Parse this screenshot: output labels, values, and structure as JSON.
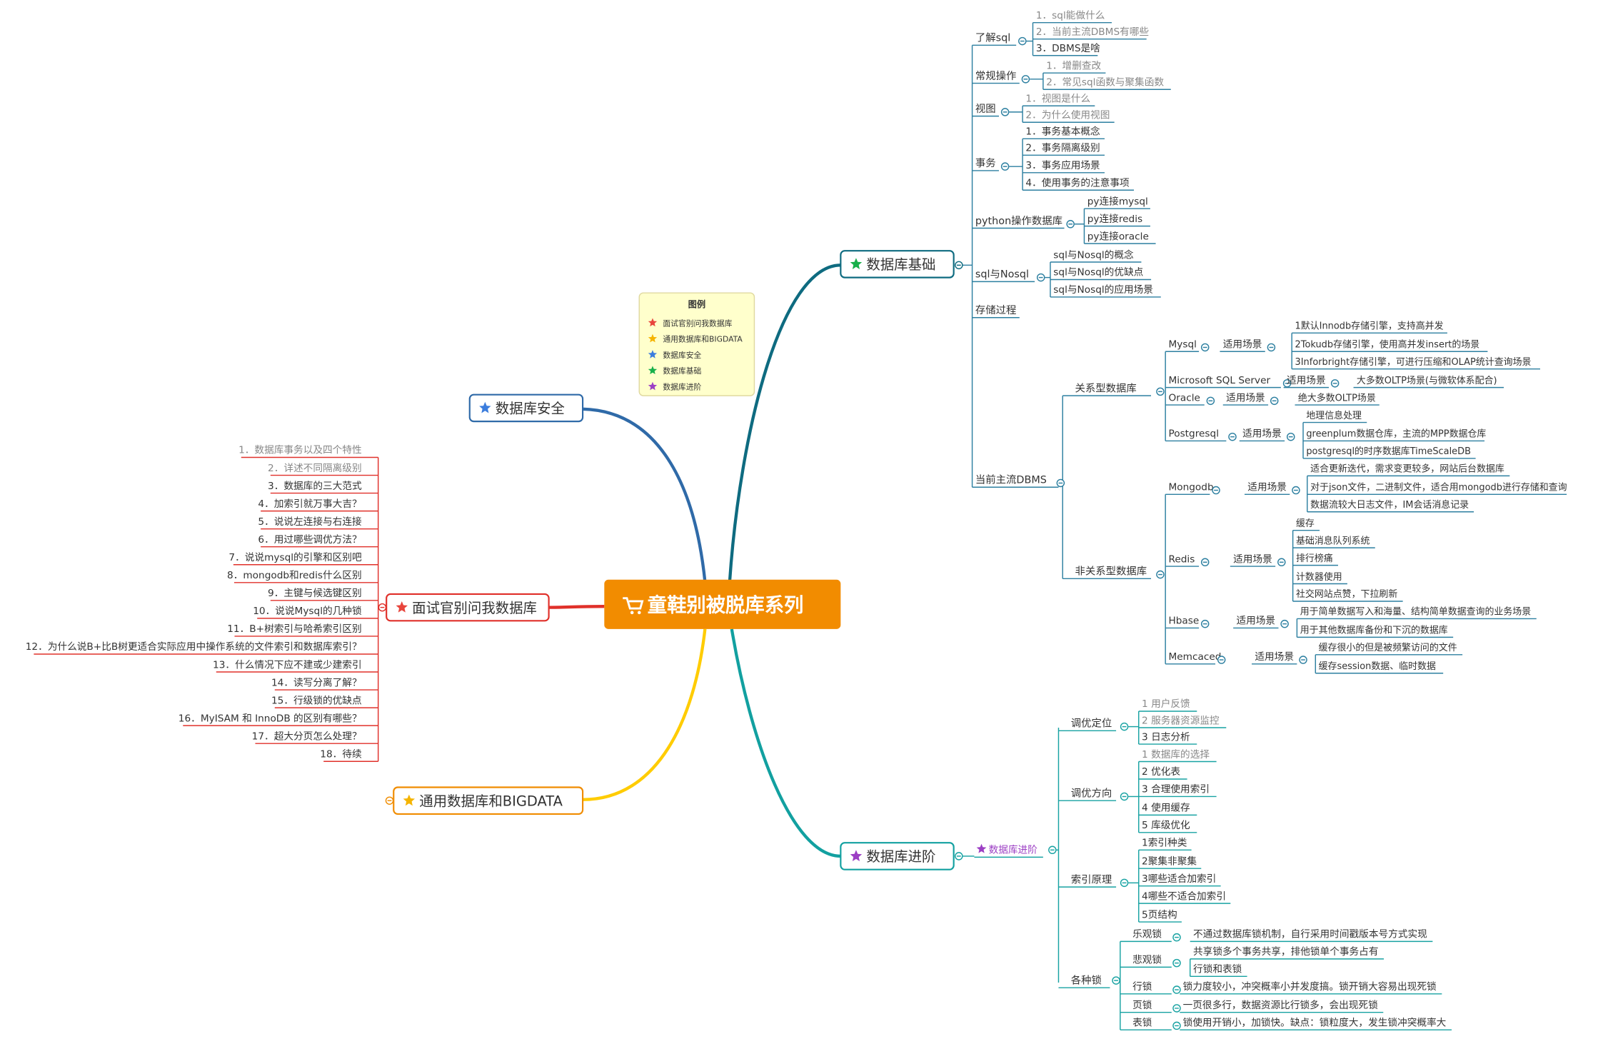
{
  "root": {
    "title": "童鞋别被脱库系列",
    "icon": "cart-icon"
  },
  "legend": {
    "title": "图例",
    "items": [
      {
        "label": "面试官别问我数据库",
        "color": "#e8453c"
      },
      {
        "label": "通用数据库和BIGDATA",
        "color": "#f5b400"
      },
      {
        "label": "数据库安全",
        "color": "#3b7ddd"
      },
      {
        "label": "数据库基础",
        "color": "#18b04a"
      },
      {
        "label": "数据库进阶",
        "color": "#9c3fc4"
      }
    ]
  },
  "branches": {
    "security": {
      "label": "数据库安全",
      "color": "#2f6aa8",
      "star": "#3b7ddd"
    },
    "interview": {
      "label": "面试官别问我数据库",
      "color": "#e0302a",
      "star": "#e8453c",
      "items": [
        "1．数据库事务以及四个特性",
        "2．详述不同隔离级别",
        "3．数据库的三大范式",
        "4．加索引就万事大吉？",
        "5．说说左连接与右连接",
        "6．用过哪些调优方法？",
        "7．说说mysql的引擎和区别吧",
        "8．mongodb和redis什么区别",
        "9．主键与候选键区别",
        "10．说说Mysql的几种锁",
        "11．B+树索引与哈希索引区别",
        "12．为什么说B+比B树更适合实际应用中操作系统的文件索引和数据库索引？",
        "13．什么情况下应不建或少建索引",
        "14．读写分离了解？",
        "15．行级锁的优缺点",
        "16．MyISAM 和 InnoDB 的区别有哪些？",
        "17．超大分页怎么处理？",
        "18．待续"
      ]
    },
    "bigdata": {
      "label": "通用数据库和BIGDATA",
      "color": "#f08c00",
      "star": "#f5b400"
    },
    "basics": {
      "label": "数据库基础",
      "color": "#0e6b80",
      "star": "#18b04a",
      "topics": [
        {
          "label": "了解sql",
          "items": [
            "1．sql能做什么",
            "2．当前主流DBMS有哪些",
            "3．DBMS是啥"
          ]
        },
        {
          "label": "常规操作",
          "items": [
            "1．增删查改",
            "2．常见sql函数与聚集函数"
          ]
        },
        {
          "label": "视图",
          "items": [
            "1．视图是什么",
            "2．为什么使用视图"
          ]
        },
        {
          "label": "事务",
          "items": [
            "1．事务基本概念",
            "2．事务隔离级别",
            "3．事务应用场景",
            "4．使用事务的注意事项"
          ]
        },
        {
          "label": "python操作数据库",
          "items": [
            "py连接mysql",
            "py连接redis",
            "py连接oracle"
          ]
        },
        {
          "label": "sql与Nosql",
          "items": [
            "sql与Nosql的概念",
            "sql与Nosql的优缺点",
            "sql与Nosql的应用场景"
          ]
        },
        {
          "label": "存储过程",
          "items": []
        }
      ],
      "dbms": {
        "label": "当前主流DBMS",
        "relational": {
          "label": "关系型数据库",
          "dbs": [
            {
              "name": "Mysql",
              "scene": "适用场景",
              "items": [
                "1默认Innodb存储引擎，支持高并发",
                "2Tokudb存储引擎，使用高并发insert的场景",
                "3Inforbright存储引擎，可进行压缩和OLAP统计查询场景"
              ]
            },
            {
              "name": "Microsoft SQL Server",
              "scene": "适用场景",
              "items": [
                "大多数OLTP场景(与微软体系配合)"
              ]
            },
            {
              "name": "Oracle",
              "scene": "适用场景",
              "items": [
                "绝大多数OLTP场景"
              ]
            },
            {
              "name": "Postgresql",
              "scene": "适用场景",
              "items": [
                "地理信息处理",
                "greenplum数据仓库，主流的MPP数据仓库",
                "postgresql的时序数据库TimeScaleDB"
              ]
            }
          ]
        },
        "nonrelational": {
          "label": "非关系型数据库",
          "dbs": [
            {
              "name": "Mongodb",
              "scene": "适用场景",
              "items": [
                "适合更新迭代，需求变更较多，网站后台数据库",
                "对于json文件，二进制文件，适合用mongodb进行存储和查询",
                "数据流较大日志文件，IM会话消息记录"
              ]
            },
            {
              "name": "Redis",
              "scene": "适用场景",
              "items": [
                "缓存",
                "基础消息队列系统",
                "排行榜痛",
                "计数器使用",
                "社交网站点赞，下拉刷新"
              ]
            },
            {
              "name": "Hbase",
              "scene": "适用场景",
              "items": [
                "用于简单数据写入和海量、结构简单数据查询的业务场景",
                "用于其他数据库备份和下沉的数据库"
              ]
            },
            {
              "name": "Memcaced",
              "scene": "适用场景",
              "items": [
                "缓存很小的但是被频繁访问的文件",
                "缓存session数据、临时数据"
              ]
            }
          ]
        }
      }
    },
    "advanced": {
      "label": "数据库进阶",
      "color": "#12a0a0",
      "star": "#9c3fc4",
      "sub_label": "数据库进阶",
      "topics": [
        {
          "label": "调优定位",
          "items": [
            "1 用户反馈",
            "2 服务器资源监控",
            "3 日志分析"
          ]
        },
        {
          "label": "调优方向",
          "items": [
            "1 数据库的选择",
            "2 优化表",
            "3 合理使用索引",
            "4 使用缓存",
            "5 库级优化"
          ]
        },
        {
          "label": "索引原理",
          "items": [
            "1索引种类",
            "2聚集非聚集",
            "3哪些适合加索引",
            "4哪些不适合加索引",
            "5页结构"
          ]
        }
      ],
      "locks": {
        "label": "各种锁",
        "items": [
          {
            "name": "乐观锁",
            "details": [
              "不通过数据库锁机制，自行采用时间戳版本号方式实现"
            ]
          },
          {
            "name": "悲观锁",
            "details": [
              "共享锁多个事务共享，排他锁单个事务占有",
              "行锁和表锁"
            ]
          },
          {
            "name": "行锁",
            "details": [
              "锁力度较小，冲突概率小并发度搞。锁开销大容易出现死锁"
            ]
          },
          {
            "name": "页锁",
            "details": [
              "一页很多行，数据资源比行锁多，会出现死锁"
            ]
          },
          {
            "name": "表锁",
            "details": [
              "锁使用开销小，加锁快。缺点：锁粒度大，发生锁冲突概率大"
            ]
          }
        ]
      }
    }
  }
}
